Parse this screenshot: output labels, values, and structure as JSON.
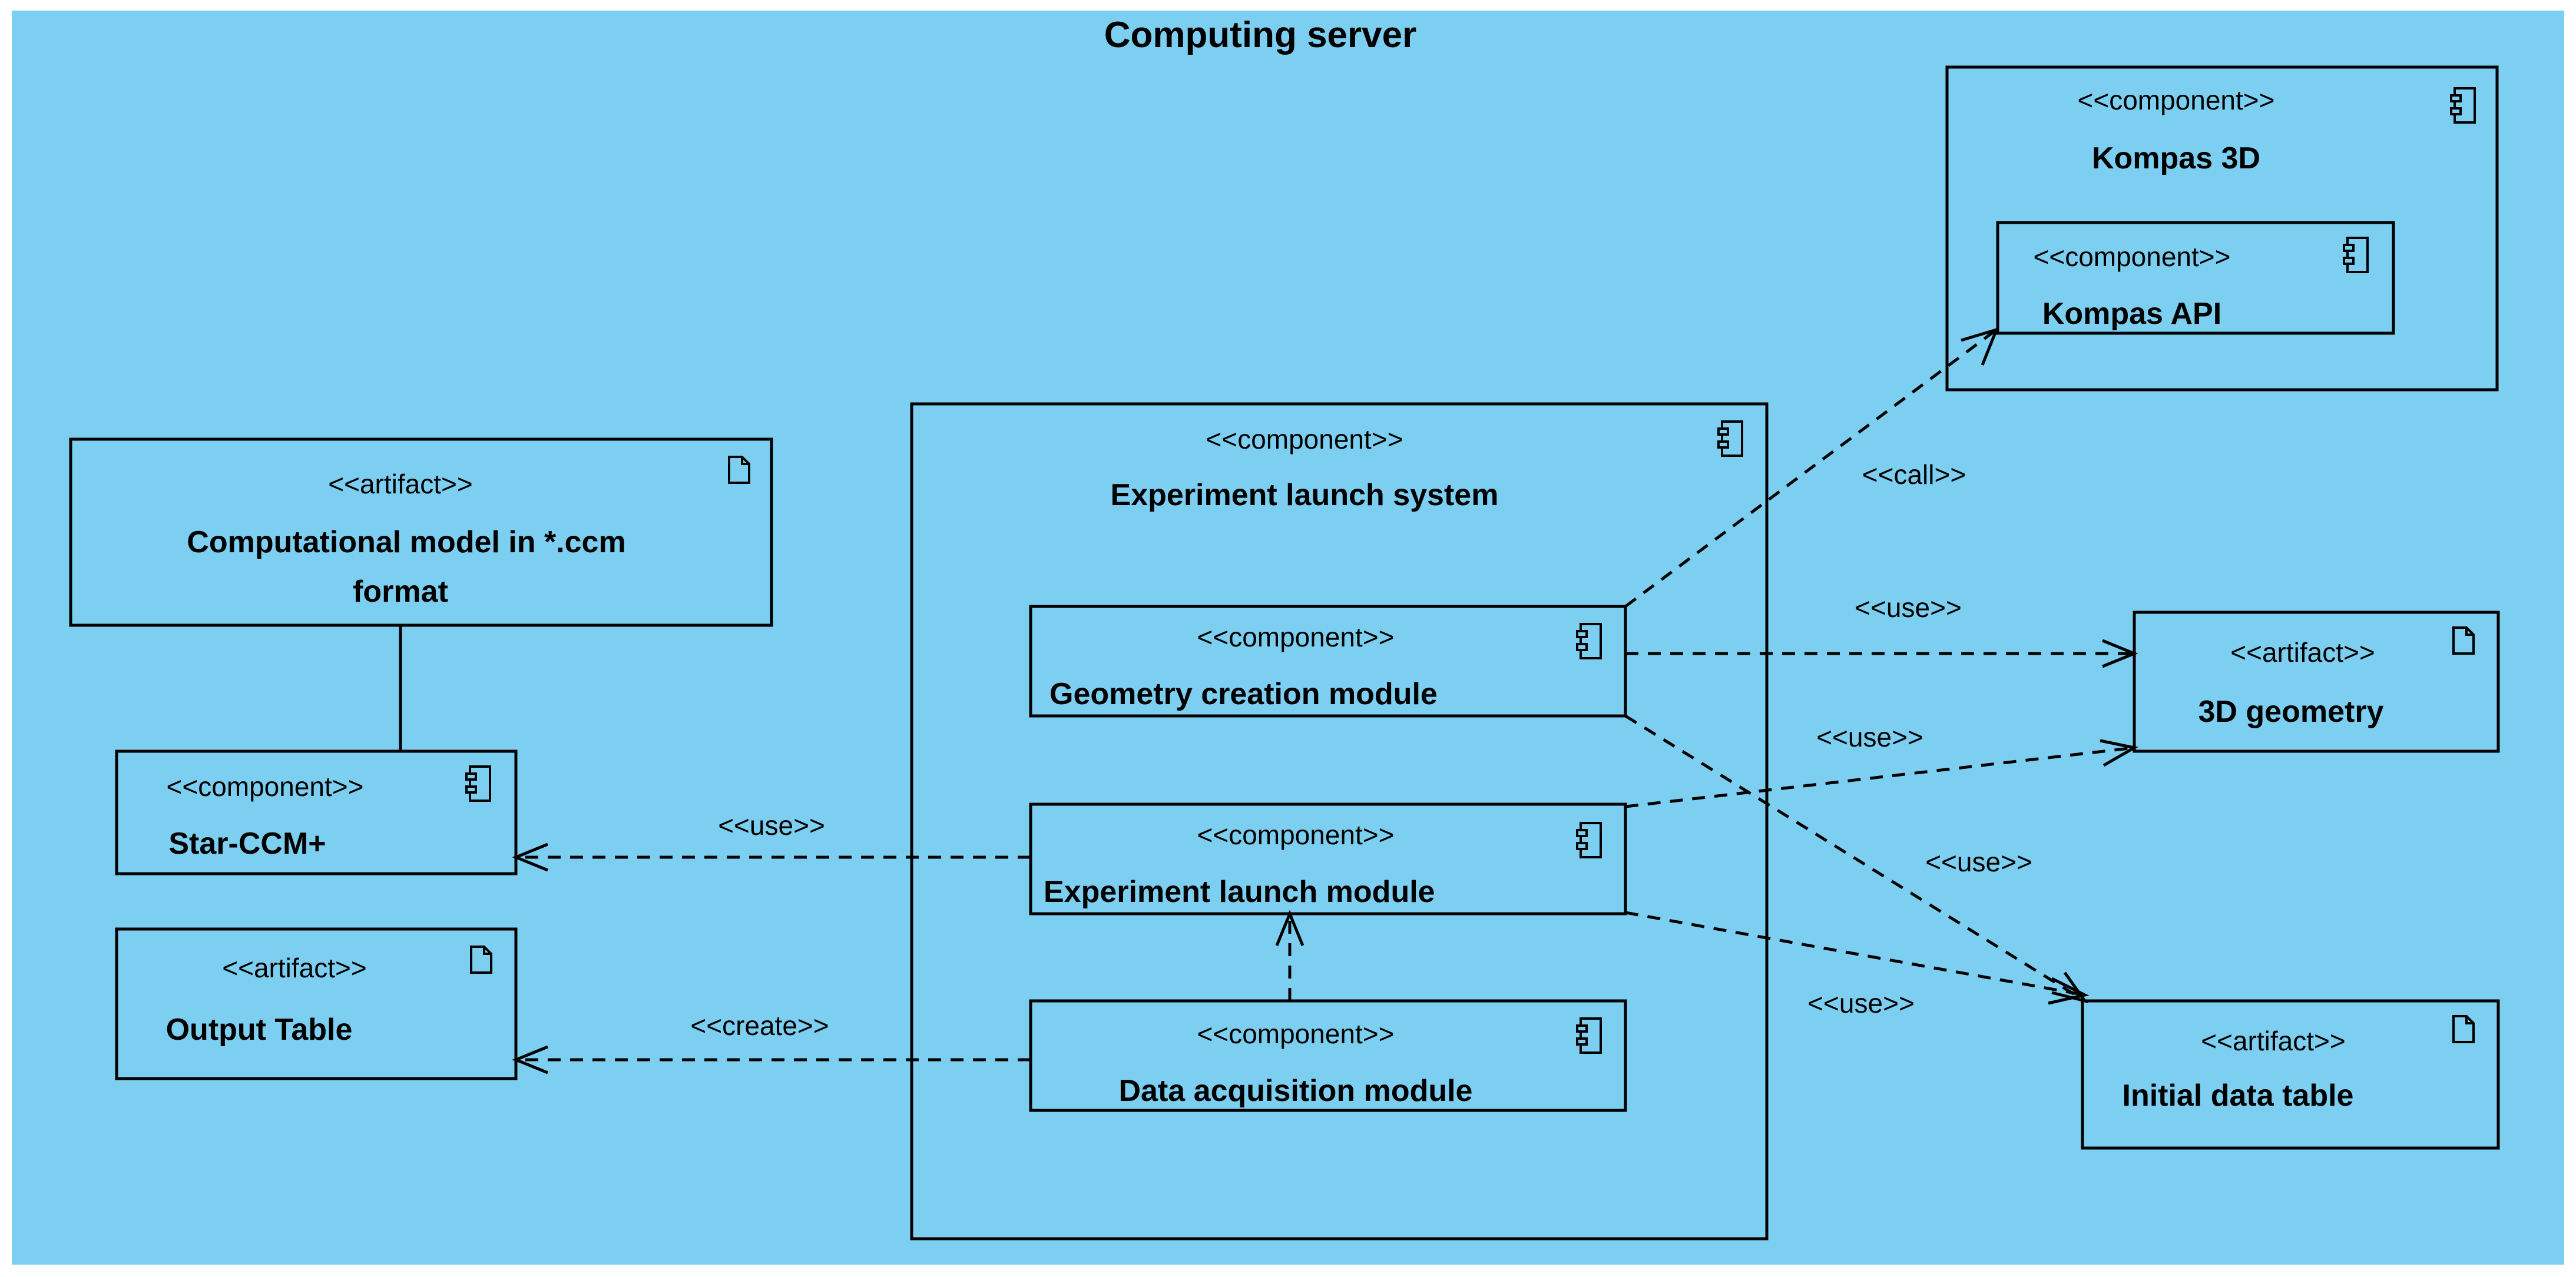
{
  "title": "Computing server",
  "colors": {
    "background": "#7ccff0",
    "frame": "#ffffff",
    "line": "#000000"
  },
  "nodes": {
    "kompas3d": {
      "stereotype": "<<component>>",
      "name": "Kompas 3D",
      "icon": "component-icon"
    },
    "kompas_api": {
      "stereotype": "<<component>>",
      "name": "Kompas API",
      "icon": "component-icon"
    },
    "experiment_launch_system": {
      "stereotype": "<<component>>",
      "name": "Experiment launch system",
      "icon": "component-icon"
    },
    "geometry_creation_module": {
      "stereotype": "<<component>>",
      "name": "Geometry creation module",
      "icon": "component-icon"
    },
    "experiment_launch_module": {
      "stereotype": "<<component>>",
      "name": "Experiment launch module",
      "icon": "component-icon"
    },
    "data_acquisition_module": {
      "stereotype": "<<component>>",
      "name": "Data acquisition module",
      "icon": "component-icon"
    },
    "computational_model": {
      "stereotype": "<<artifact>>",
      "name_line1": "Computational model in *.ccm",
      "name_line2": "format",
      "icon": "artifact-icon"
    },
    "star_ccm": {
      "stereotype": "<<component>>",
      "name": "Star-CCM+",
      "icon": "component-icon"
    },
    "output_table": {
      "stereotype": "<<artifact>>",
      "name": "Output Table",
      "icon": "artifact-icon"
    },
    "geometry_3d": {
      "stereotype": "<<artifact>>",
      "name": "3D geometry",
      "icon": "artifact-icon"
    },
    "initial_data_table": {
      "stereotype": "<<artifact>>",
      "name": "Initial data table",
      "icon": "artifact-icon"
    }
  },
  "edges": {
    "call": "<<call>>",
    "use_geometry_to_3d": "<<use>>",
    "use_launch_to_3d": "<<use>>",
    "use_geometry_to_initial": "<<use>>",
    "use_launch_to_initial": "<<use>>",
    "use_launch_to_star": "<<use>>",
    "create_output": "<<create>>"
  }
}
